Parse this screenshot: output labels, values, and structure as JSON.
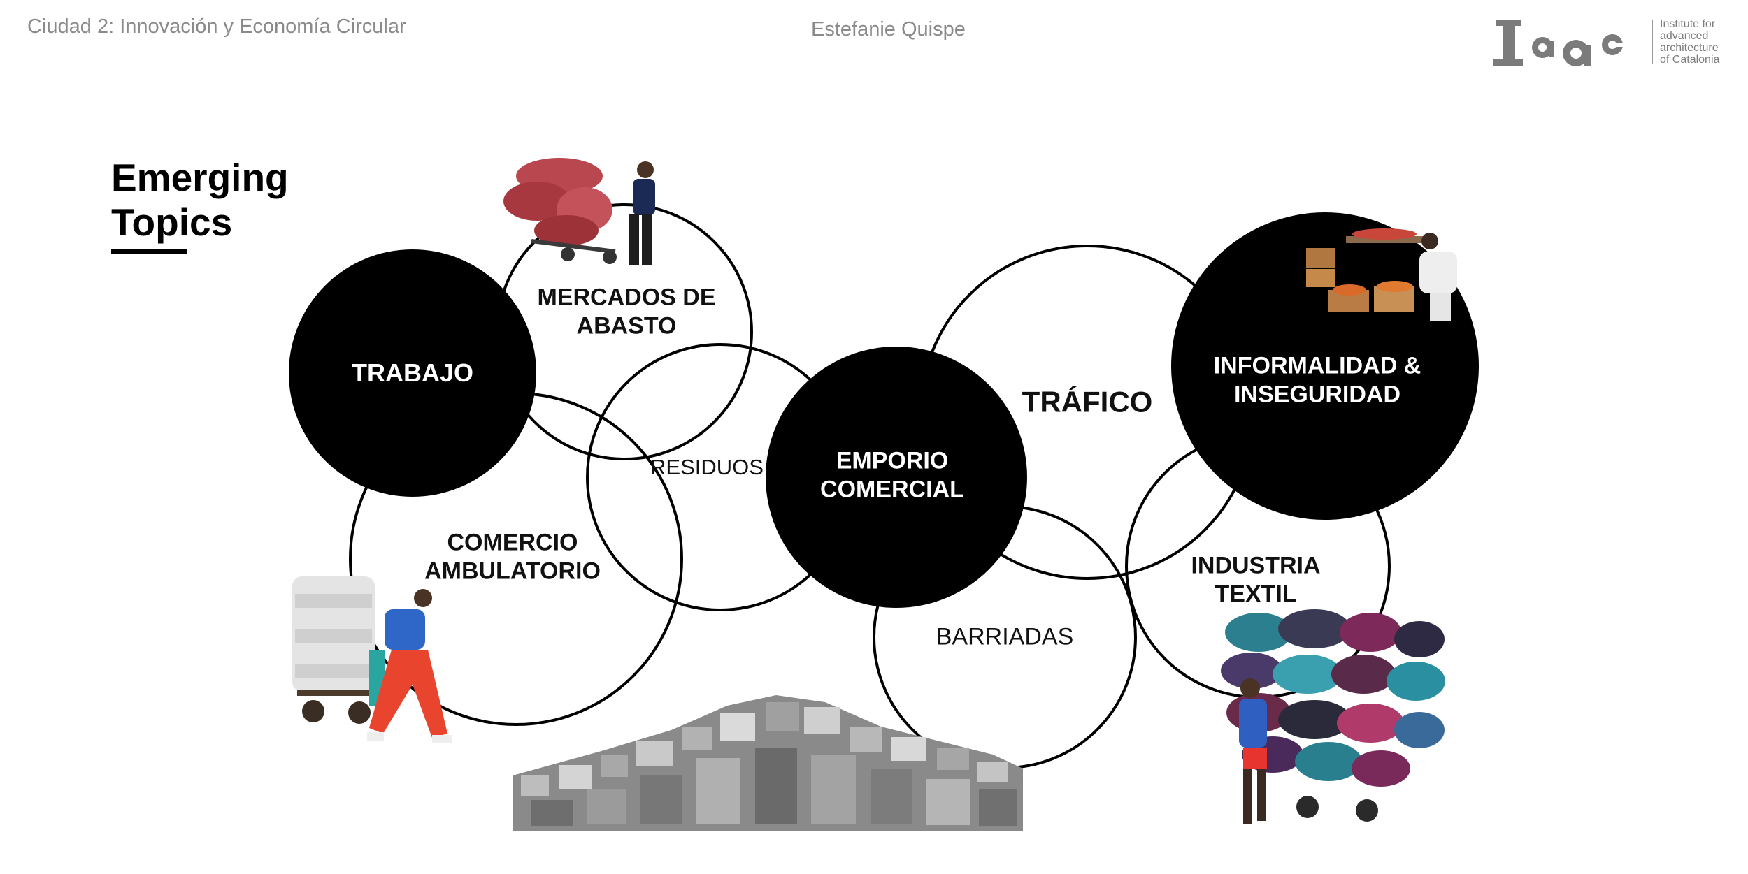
{
  "header": {
    "course": "Ciudad 2: Innovación y Economía Circular",
    "author": "Estefanie Quispe"
  },
  "logo": {
    "wordmark": "Iaac",
    "lines": [
      "Institute for",
      "advanced",
      "architecture",
      "of Catalonia"
    ]
  },
  "title": [
    "Emerging",
    "Topics"
  ],
  "topics": {
    "trabajo": [
      "TRABAJO"
    ],
    "mercados": [
      "MERCADOS DE",
      "ABASTO"
    ],
    "residuos": [
      "RESIDUOS"
    ],
    "comercio": [
      "COMERCIO",
      "AMBULATORIO"
    ],
    "emporio": [
      "EMPORIO",
      "COMERCIAL"
    ],
    "trafico": [
      "TRÁFICO"
    ],
    "informalidad": [
      "INFORMALIDAD &",
      "INSEGURIDAD"
    ],
    "barriadas": [
      "BARRIADAS"
    ],
    "industria": [
      "INDUSTRIA",
      "TEXTIL"
    ]
  },
  "photos": [
    "sacks-cart-worker",
    "street-porter-with-sacks",
    "barriada-hillside-housing",
    "market-vendor-stall",
    "textile-rolls-porter"
  ],
  "colors": {
    "filled_circle": "#000000",
    "outline_circle": "#000000",
    "header_text": "#8a8a8a"
  }
}
